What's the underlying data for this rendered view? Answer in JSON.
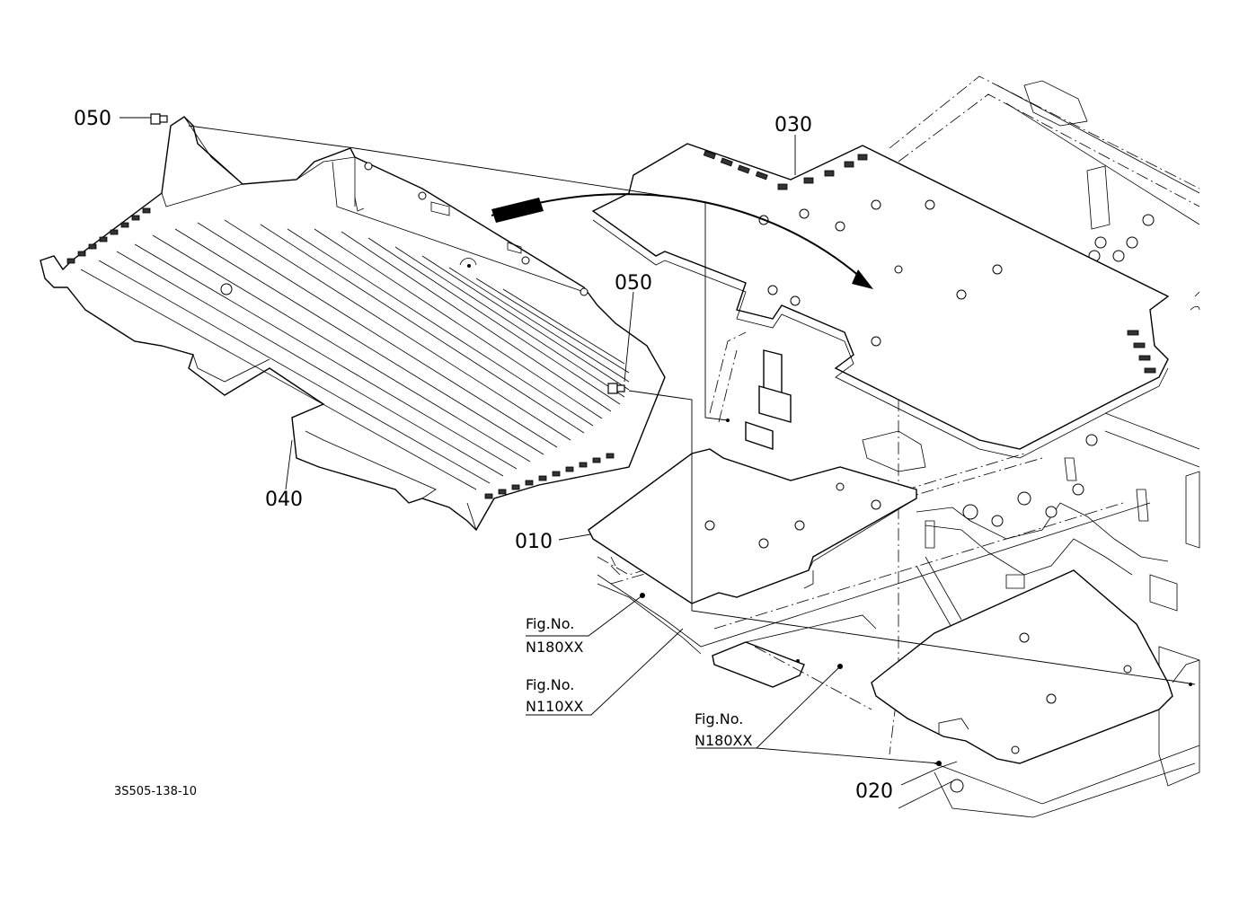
{
  "callouts": {
    "c050_top": "050",
    "c050_mid": "050",
    "c030": "030",
    "c040": "040",
    "c010": "010",
    "c020": "020"
  },
  "fig_refs": {
    "ref_a": {
      "line1": "Fig.No.",
      "line2": "N180XX"
    },
    "ref_b": {
      "line1": "Fig.No.",
      "line2": "N110XX"
    },
    "ref_c": {
      "line1": "Fig.No.",
      "line2": "N180XX"
    }
  },
  "drawing_code": "3S505-138-10"
}
